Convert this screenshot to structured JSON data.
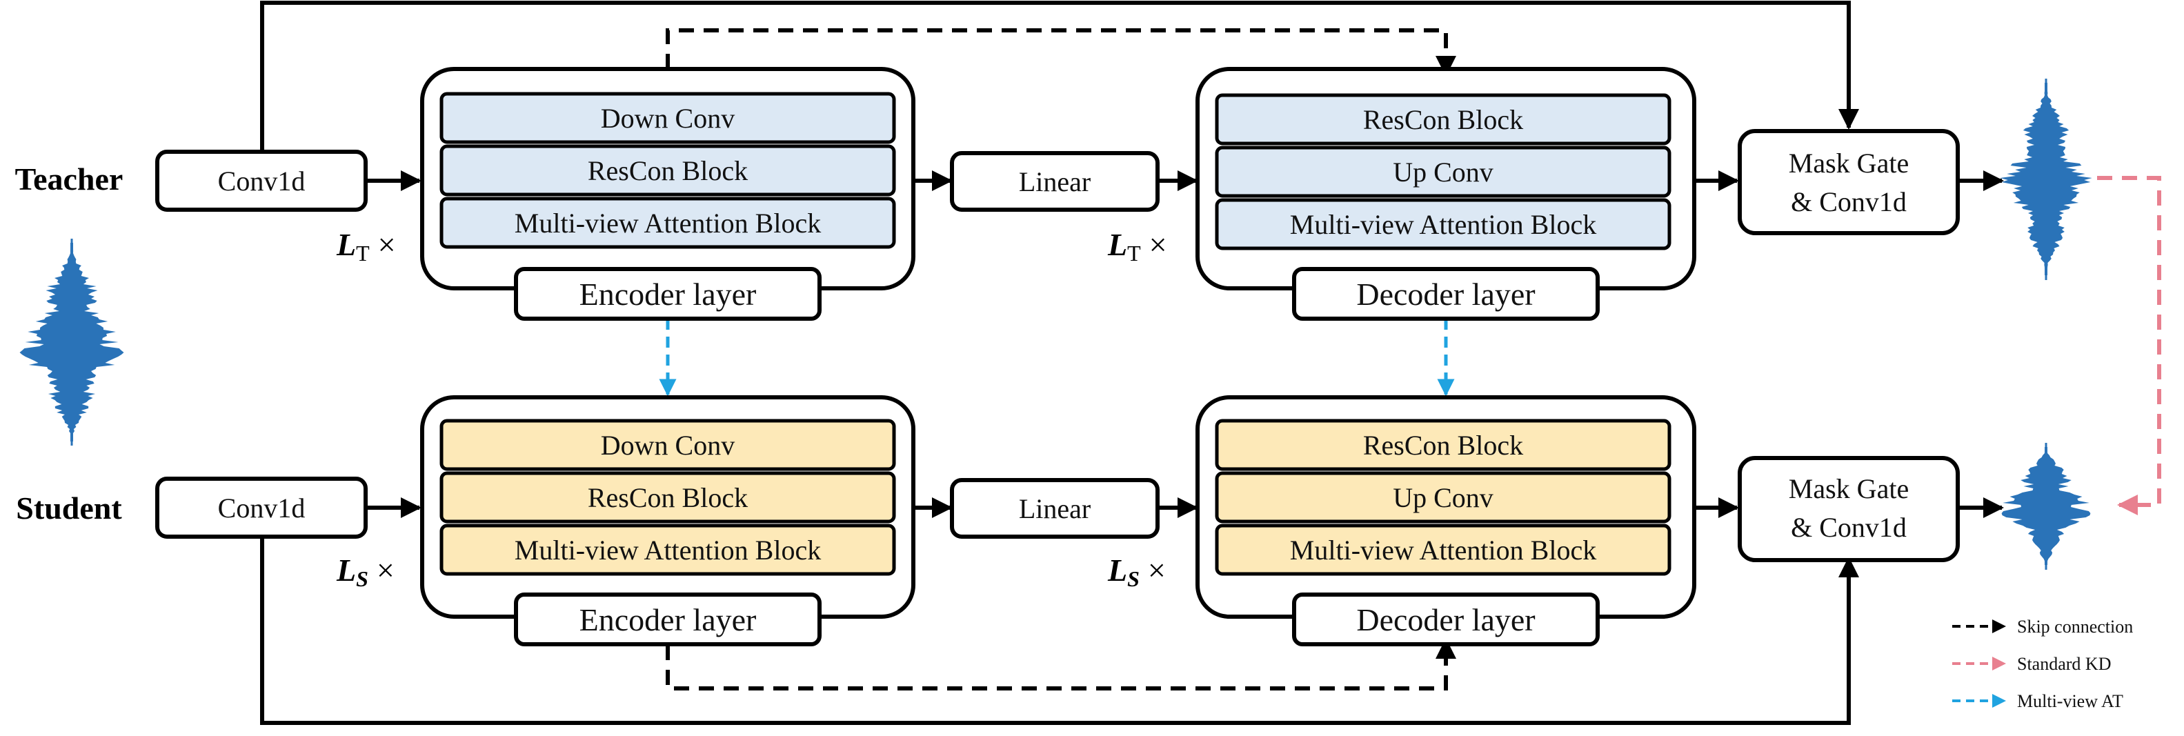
{
  "roles": {
    "teacher": "Teacher",
    "student": "Student"
  },
  "teacher": {
    "conv_in": "Conv1d",
    "repeat_enc": {
      "sym": "L",
      "sub": "T",
      "times": "×"
    },
    "repeat_dec": {
      "sym": "L",
      "sub": "T",
      "times": "×"
    },
    "encoder": {
      "blocks": [
        "Down Conv",
        "ResCon Block",
        "Multi-view Attention Block"
      ],
      "label": "Encoder layer"
    },
    "linear": "Linear",
    "decoder": {
      "blocks": [
        "ResCon Block",
        "Up Conv",
        "Multi-view Attention Block"
      ],
      "label": "Decoder layer"
    },
    "mask_gate": [
      "Mask Gate",
      "& Conv1d"
    ]
  },
  "student": {
    "conv_in": "Conv1d",
    "repeat_enc": {
      "sym": "L",
      "sub": "S",
      "times": "×"
    },
    "repeat_dec": {
      "sym": "L",
      "sub": "S",
      "times": "×"
    },
    "encoder": {
      "blocks": [
        "Down Conv",
        "ResCon Block",
        "Multi-view Attention Block"
      ],
      "label": "Encoder layer"
    },
    "linear": "Linear",
    "decoder": {
      "blocks": [
        "ResCon Block",
        "Up Conv",
        "Multi-view Attention Block"
      ],
      "label": "Decoder layer"
    },
    "mask_gate": [
      "Mask Gate",
      "& Conv1d"
    ]
  },
  "legend": [
    {
      "label": "Skip connection",
      "color": "#000000"
    },
    {
      "label": "Standard KD",
      "color": "#e8808f"
    },
    {
      "label": "Multi-view AT",
      "color": "#20a3e0"
    }
  ],
  "colors": {
    "teacher_block": "#dce8f4",
    "student_block": "#fde9b8",
    "waveform": "#2a73b8"
  }
}
